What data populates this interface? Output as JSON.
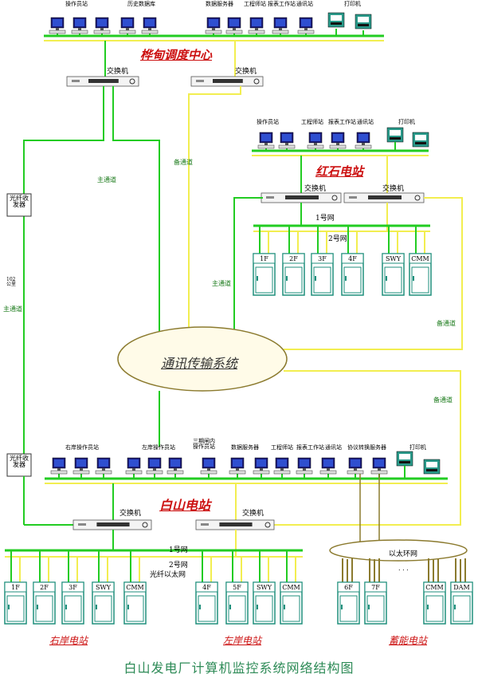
{
  "title": "白山发电厂计算机监控系统网络结构图",
  "top_center": {
    "name": "桦甸调度中心",
    "labels": [
      "操作员站",
      "历史数据库",
      "数据服务器",
      "工程师站",
      "报表工作站",
      "通讯站",
      "打印机"
    ],
    "switch_label": "交换机"
  },
  "hongshi": {
    "name": "红石电站",
    "labels": [
      "操作员站",
      "工程师站",
      "报表工作站",
      "通讯站",
      "打印机"
    ],
    "switch_label": "交换机",
    "net1": "1号网",
    "net2": "2号网",
    "cabinets": [
      "1F",
      "2F",
      "3F",
      "4F",
      "SWY",
      "CMM"
    ]
  },
  "baishan": {
    "name": "白山电站",
    "labels": [
      "右岸操作员站",
      "左岸操作员站",
      "三期闸内操作员站",
      "数据服务器",
      "工程师站",
      "报表工作站",
      "通讯站",
      "协议转换服务器",
      "打印机"
    ],
    "switch_label": "交换机",
    "net1": "1号网",
    "net2": "2号网",
    "fiber_eth": "光纤以太网",
    "ring": "以太环网",
    "ellipsis": ". . .",
    "right_bank": {
      "name": "右岸电站",
      "cabinets": [
        "1F",
        "2F",
        "3F",
        "SWY",
        "CMM"
      ]
    },
    "left_bank": {
      "name": "左岸电站",
      "cabinets": [
        "4F",
        "5F",
        "SWY",
        "CMM"
      ]
    },
    "storage": {
      "name": "蓄能电站",
      "cabinets": [
        "6F",
        "7F",
        "CMM",
        "DAM"
      ]
    }
  },
  "links": {
    "main": "主通道",
    "backup": "备通道",
    "fiber_transceiver": "光纤收发器",
    "distance": "102公里"
  },
  "comm_system": "通讯传输系统",
  "colors": {
    "green": "#22cc22",
    "yellow": "#f2ee50",
    "olive": "#8b7a2e",
    "red": "#cc1111",
    "teal": "#2e8b57",
    "cabinet": "#1f8f7c"
  }
}
